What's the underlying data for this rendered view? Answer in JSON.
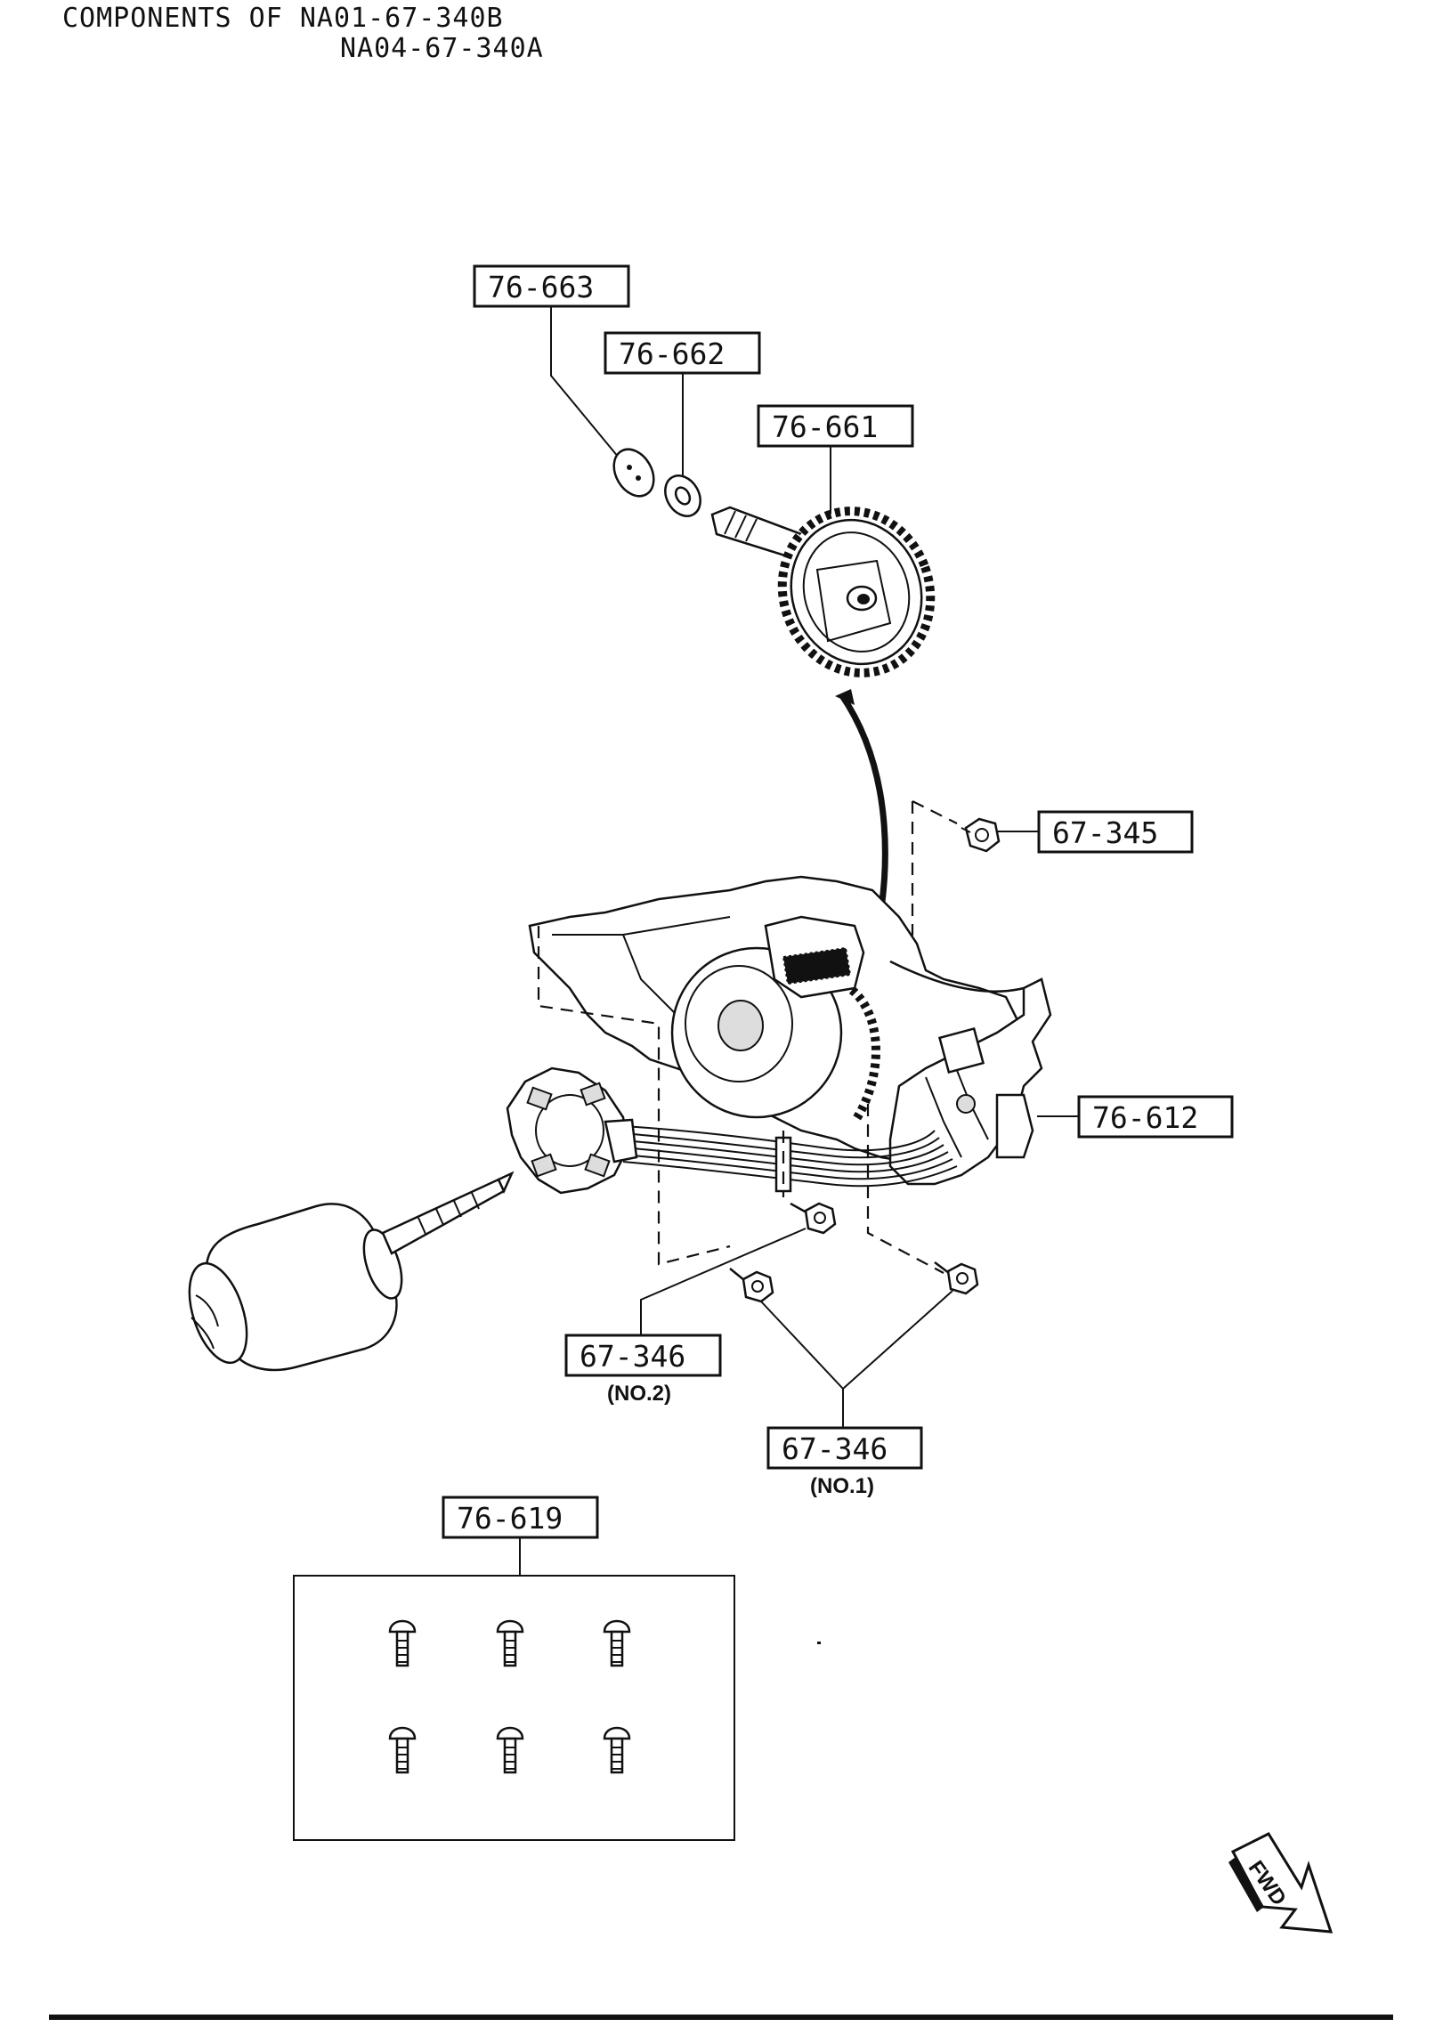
{
  "title": {
    "line1": "COMPONENTS OF NA01-67-340B",
    "line2": "NA04-67-340A"
  },
  "callouts": {
    "c76663": "76-663",
    "c76662": "76-662",
    "c76661": "76-661",
    "c67345": "67-345",
    "c76612": "76-612",
    "c67346_no2": "67-346",
    "c67346_no2_sub": "(NO.2)",
    "c67346_no1": "67-346",
    "c67346_no1_sub": "(NO.1)",
    "c76619": "76-619"
  },
  "fwd_label": "FWD",
  "colors": {
    "ink": "#111111",
    "paper": "#ffffff"
  }
}
